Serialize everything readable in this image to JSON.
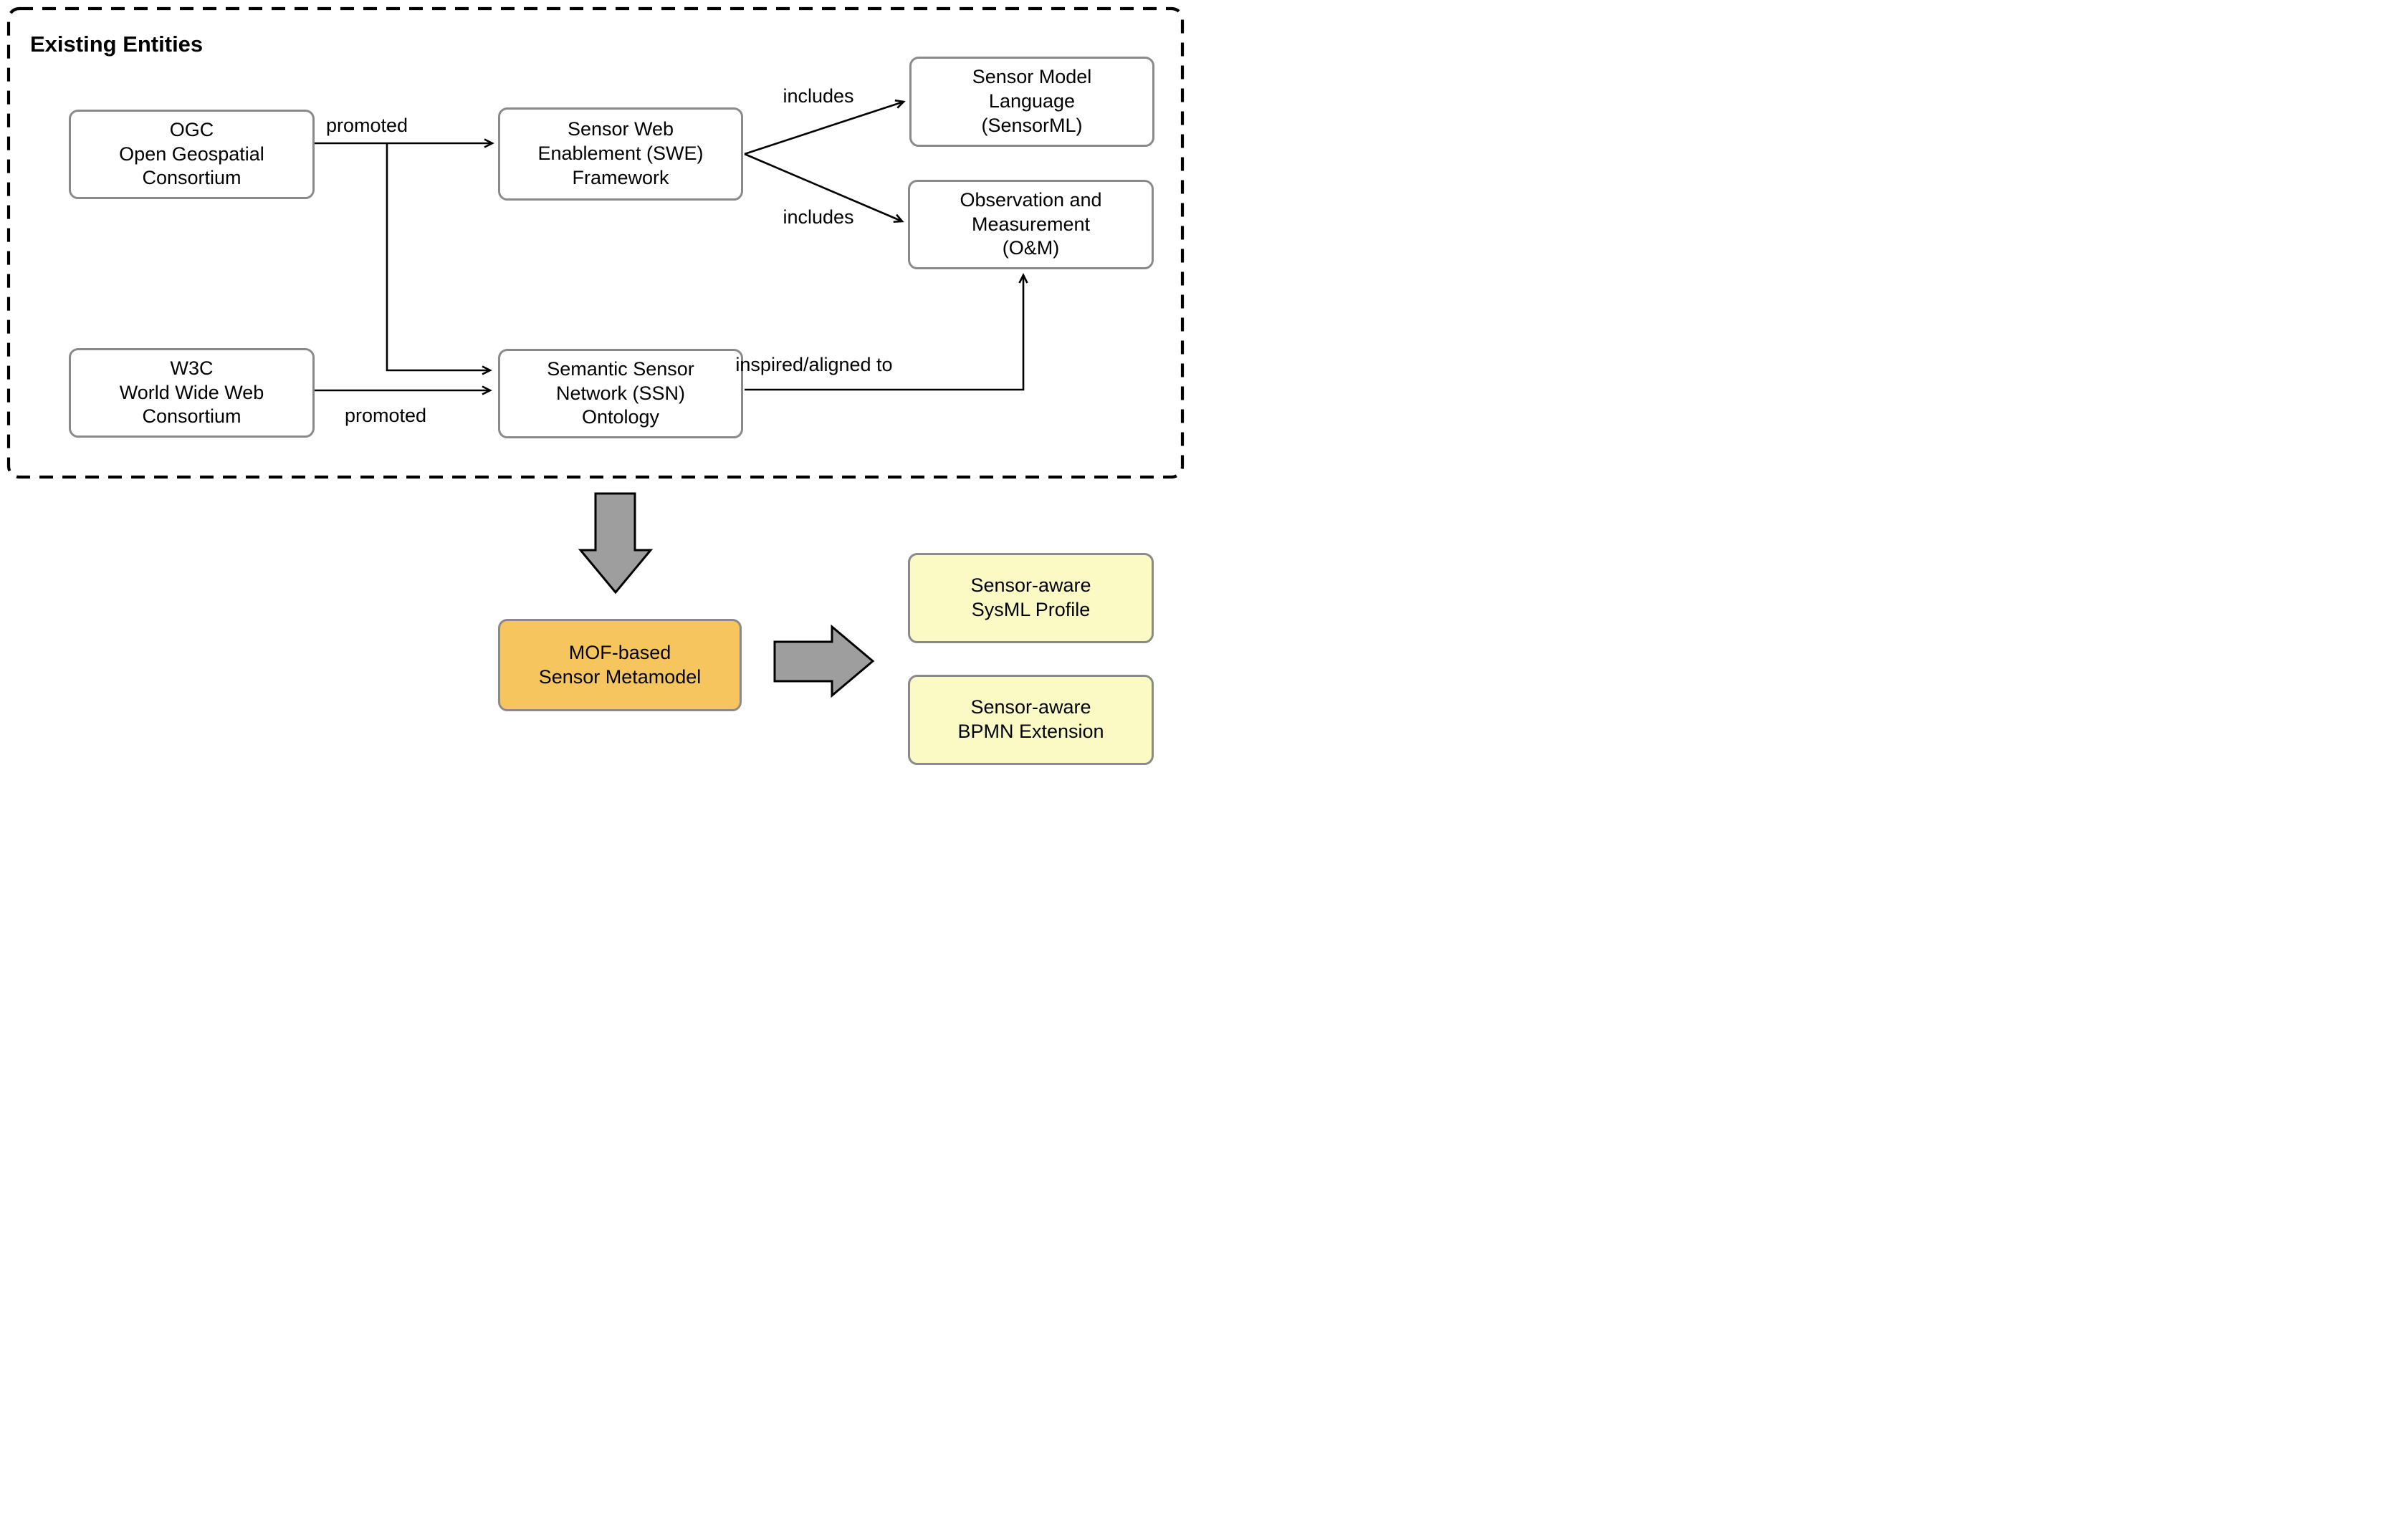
{
  "figure": {
    "type": "concept-diagram",
    "group_label": "Existing Entities"
  },
  "nodes": {
    "ogc": {
      "text": "OGC\nOpen Geospatial\nConsortium"
    },
    "w3c": {
      "text": "W3C\nWorld Wide Web\nConsortium"
    },
    "swe": {
      "text": "Sensor Web\nEnablement (SWE)\nFramework"
    },
    "ssn": {
      "text": "Semantic Sensor\nNetwork (SSN)\nOntology"
    },
    "sensorml": {
      "text": "Sensor Model\nLanguage\n(SensorML)"
    },
    "oandm": {
      "text": "Observation and\nMeasurement\n(O&M)"
    },
    "mof": {
      "text": "MOF-based\nSensor Metamodel"
    },
    "sysml": {
      "text": "Sensor-aware\nSysML Profile"
    },
    "bpmn": {
      "text": "Sensor-aware\nBPMN Extension"
    }
  },
  "edge_labels": {
    "promoted_top": "promoted",
    "promoted_bottom": "promoted",
    "includes_top": "includes",
    "includes_bottom": "includes",
    "inspired_aligned": "inspired/aligned to"
  },
  "colors": {
    "node_border": "#8a8a8a",
    "metamodel_fill": "#f6c55e",
    "artifact_fill": "#fbfac5",
    "block_arrow_fill": "#9e9e9e",
    "line_color": "#000000"
  }
}
